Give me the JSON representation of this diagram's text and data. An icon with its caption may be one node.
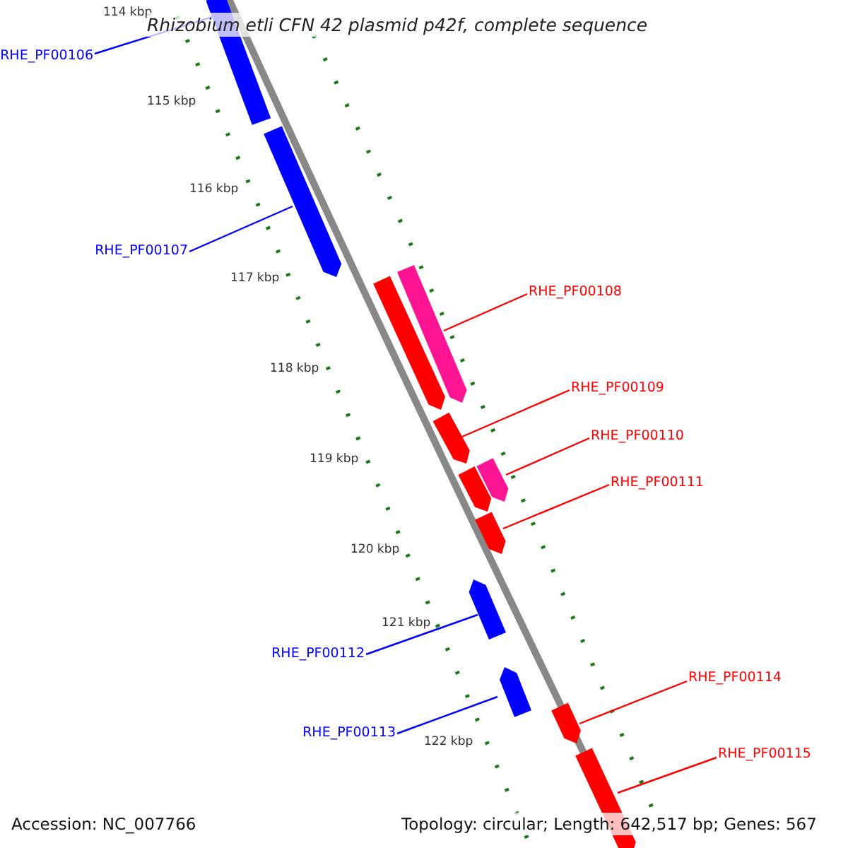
{
  "diagram": {
    "title": "Rhizobium etli CFN 42 plasmid p42f, complete sequence",
    "nodes": [
      {
        "text": [
          "RHE_PF00106"
        ]
      },
      {
        "text": [
          "RHE_PF00107"
        ]
      },
      {
        "text": [
          "RHE_PF00108"
        ]
      },
      {
        "text": [
          "RHE_PF00109"
        ]
      },
      {
        "text": [
          "RHE_PF00110"
        ]
      },
      {
        "text": [
          "RHE_PF00111"
        ]
      },
      {
        "text": [
          "RHE_PF00112"
        ]
      },
      {
        "text": [
          "RHE_PF00113"
        ]
      },
      {
        "text": [
          "RHE_PF00114"
        ]
      },
      {
        "text": [
          "RHE_PF00115"
        ]
      },
      {
        "text": [],
        "shape": "bar"
      },
      {
        "text": [],
        "shape": "bar"
      },
      {
        "text": [],
        "shape": "bar"
      },
      {
        "text": [],
        "shape": "bar"
      },
      {
        "text": [],
        "shape": "bar"
      },
      {
        "text": [],
        "shape": "bar"
      },
      {
        "text": [],
        "shape": "bar"
      },
      {
        "text": [],
        "shape": "bar"
      },
      {
        "text": [],
        "shape": "bar"
      },
      {
        "text": [],
        "shape": "bar"
      },
      {
        "text": [],
        "shape": "bar"
      },
      {
        "text": [],
        "shape": "bar"
      }
    ],
    "edges": [
      {
        "from": 0,
        "to": 10,
        "arrow": "none",
        "color": "#0000ff"
      },
      {
        "from": 1,
        "to": 11,
        "arrow": "none",
        "color": "#0000ff"
      },
      {
        "from": 2,
        "to": 12,
        "arrow": "none",
        "color": "#ff0000"
      },
      {
        "from": 3,
        "to": 14,
        "arrow": "none",
        "color": "#ff0000"
      },
      {
        "from": 4,
        "to": 15,
        "arrow": "none",
        "color": "#ff0000"
      },
      {
        "from": 5,
        "to": 17,
        "arrow": "none",
        "color": "#ff0000"
      },
      {
        "from": 6,
        "to": 18,
        "arrow": "none",
        "color": "#0000ff"
      },
      {
        "from": 7,
        "to": 19,
        "arrow": "none",
        "color": "#0000ff"
      },
      {
        "from": 8,
        "to": 20,
        "arrow": "none",
        "color": "#ff0000"
      },
      {
        "from": 9,
        "to": 21,
        "arrow": "none",
        "color": "#ff0000"
      }
    ],
    "labels": [
      "114 kbp",
      "115 kbp",
      "116 kbp",
      "117 kbp",
      "118 kbp",
      "119 kbp",
      "120 kbp",
      "121 kbp",
      "122 kbp",
      "Accession: NC_007766",
      "Topology: circular; Length: 642,517 bp; Genes: 567"
    ]
  }
}
